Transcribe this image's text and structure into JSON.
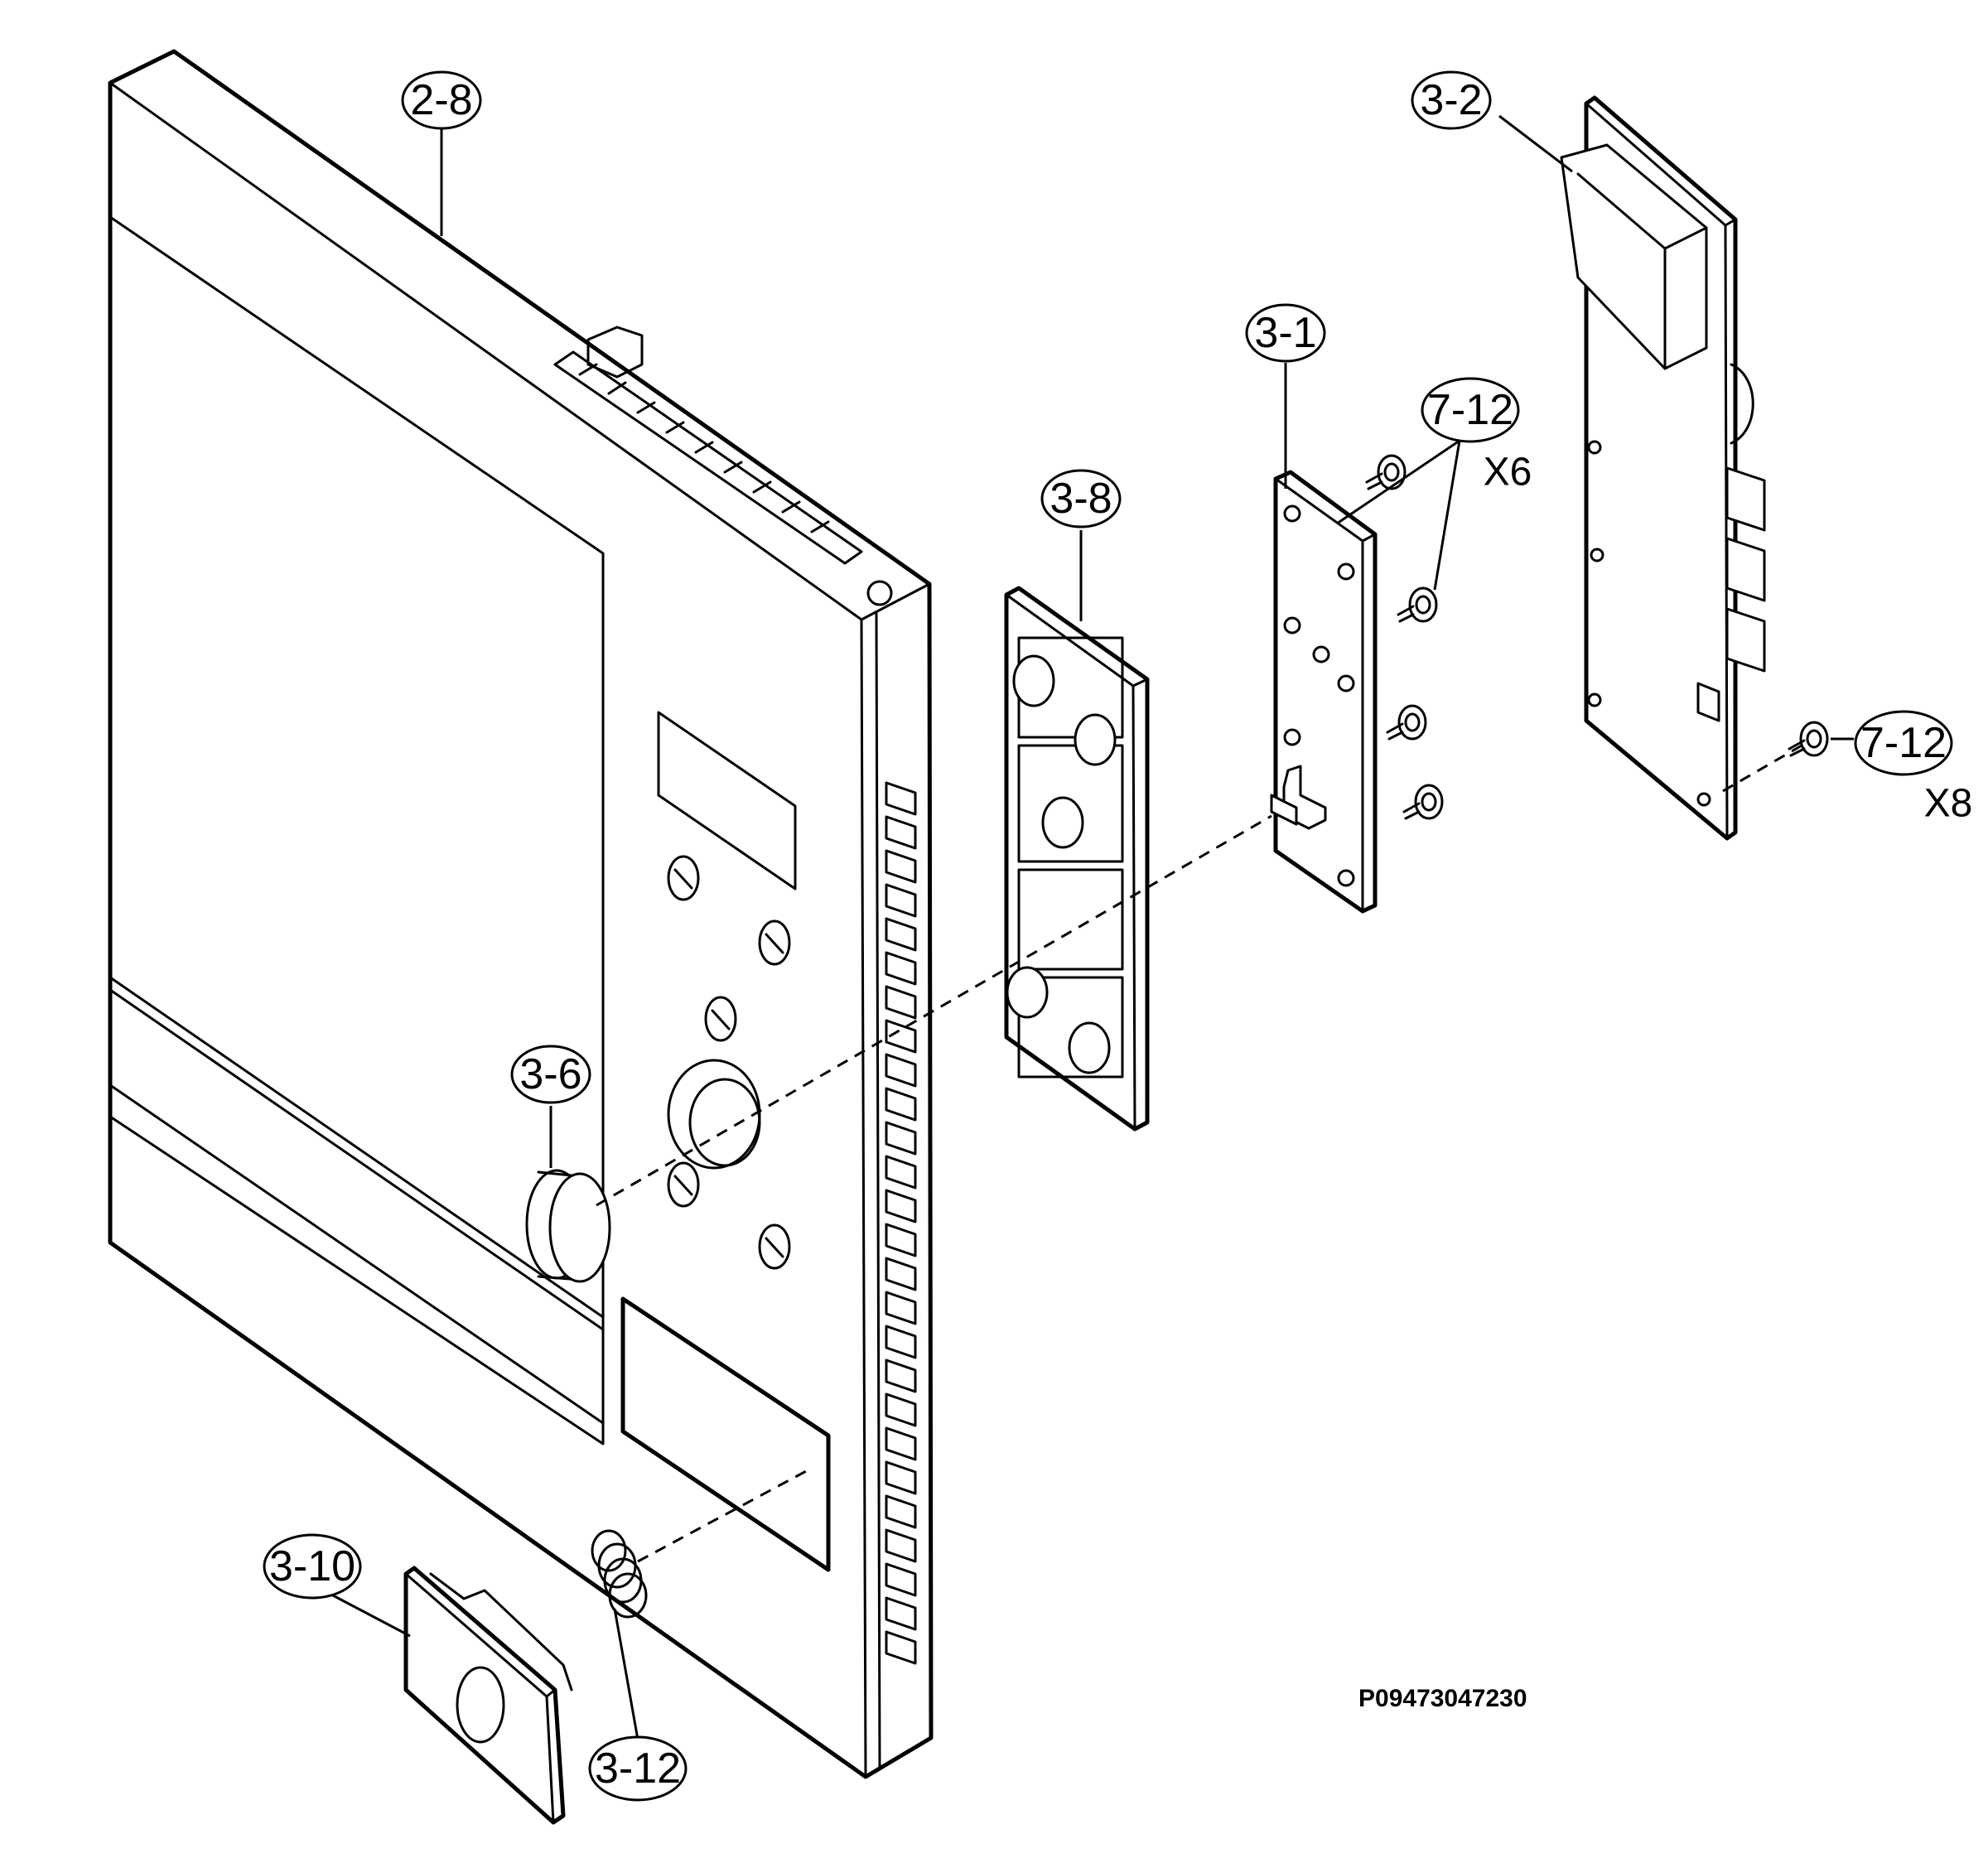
{
  "diagram": {
    "type": "exploded-parts-view",
    "callouts": [
      {
        "id": "2-8",
        "label": "2-8"
      },
      {
        "id": "3-2",
        "label": "3-2"
      },
      {
        "id": "3-1",
        "label": "3-1"
      },
      {
        "id": "7-12a",
        "label": "7-12"
      },
      {
        "id": "3-8",
        "label": "3-8"
      },
      {
        "id": "7-12b",
        "label": "7-12"
      },
      {
        "id": "3-6",
        "label": "3-6"
      },
      {
        "id": "3-10",
        "label": "3-10"
      },
      {
        "id": "3-12",
        "label": "3-12"
      }
    ],
    "quantities": [
      {
        "id": "x6",
        "label": "X6"
      },
      {
        "id": "x8",
        "label": "X8"
      }
    ],
    "drawing_code": "P09473047230"
  }
}
